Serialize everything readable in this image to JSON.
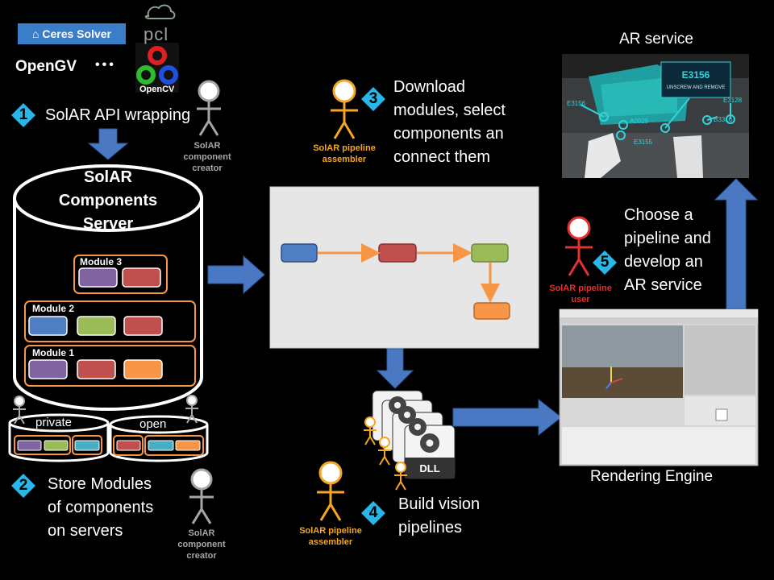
{
  "logos": {
    "ceres": "Ceres Solver",
    "pcl": "pcl",
    "opencv": "OpenCV",
    "opengv": "OpenGV",
    "ellipsis": "•••"
  },
  "steps": [
    {
      "number": "1",
      "text": "SolAR API wrapping"
    },
    {
      "number": "2",
      "lines": [
        "Store Modules",
        "of components",
        "on servers"
      ]
    },
    {
      "number": "3",
      "lines": [
        "Download",
        "modules, select",
        "components an",
        "connect them"
      ]
    },
    {
      "number": "4",
      "lines": [
        "Build vision",
        "pipelines"
      ]
    },
    {
      "number": "5",
      "lines": [
        "Choose a",
        "pipeline and",
        "develop an",
        "AR service"
      ]
    }
  ],
  "actors": {
    "creator_top": [
      "SolAR",
      "component",
      "creator"
    ],
    "creator_bottom": [
      "SolAR",
      "component",
      "creator"
    ],
    "assembler_top": [
      "SolAR pipeline",
      "assembler"
    ],
    "assembler_bottom": [
      "SolAR pipeline",
      "assembler"
    ],
    "user": [
      "SolAR pipeline",
      "user"
    ]
  },
  "server": {
    "title": [
      "SolAR",
      "Components",
      "Server"
    ],
    "modules": [
      "Module 3",
      "Module 2",
      "Module 1"
    ],
    "private_label": "private",
    "open_label": "open"
  },
  "dll_label": "DLL",
  "ar_service": {
    "title": "AR service",
    "callout_code": "E3156",
    "callout_text": "UNSCREW AND REMOVE",
    "tags": [
      "E3156",
      "E3128",
      "A0029",
      "B3316",
      "E3155"
    ]
  },
  "rendering_engine": "Rendering Engine",
  "colors": {
    "blue": "#4f7ec2",
    "red": "#c0504d",
    "green": "#9bbb59",
    "orange": "#f79646",
    "purple": "#8064a2",
    "teal": "#4bacc6",
    "badge": "#29b6e9",
    "arrow": "#4a78c2"
  }
}
